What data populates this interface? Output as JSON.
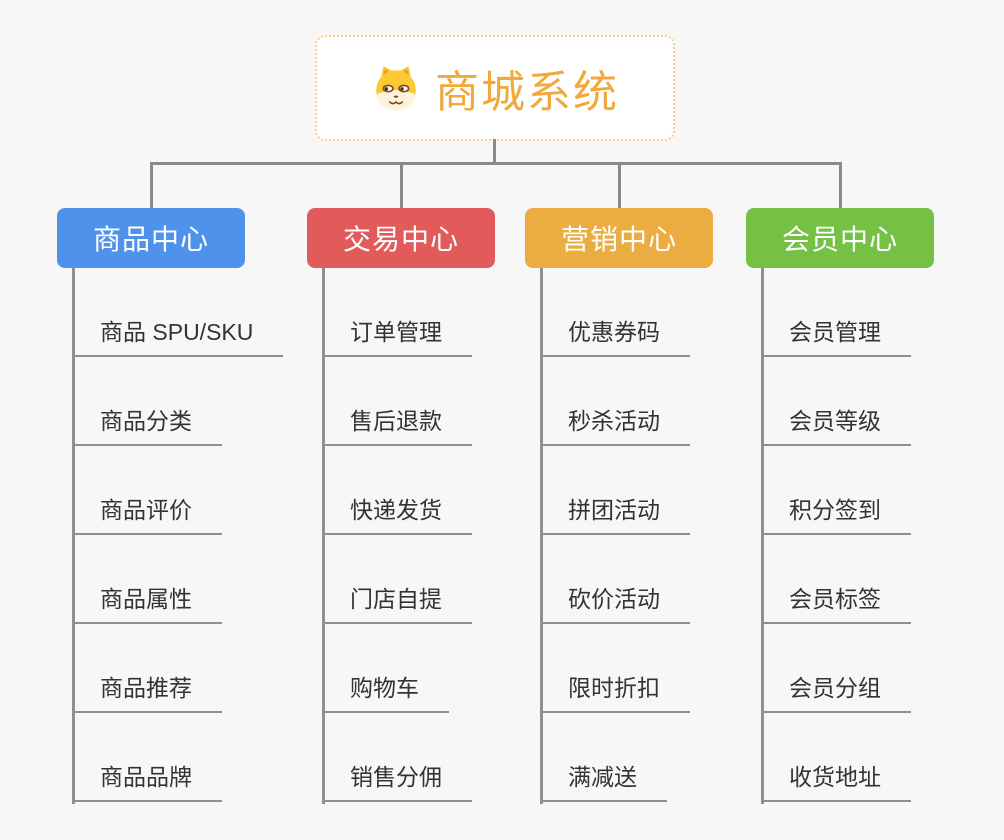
{
  "canvas": {
    "background": "#f7f7f7",
    "connector_color": "#8a8a8a"
  },
  "root": {
    "title": "商城系统",
    "icon": "shiba-dog-icon",
    "text_color": "#f2a93c",
    "border_color": "#f6ce8b"
  },
  "branches": [
    {
      "label": "商品中心",
      "color": "#4e92ec",
      "items": [
        "商品 SPU/SKU",
        "商品分类",
        "商品评价",
        "商品属性",
        "商品推荐",
        "商品品牌"
      ]
    },
    {
      "label": "交易中心",
      "color": "#e25b5b",
      "items": [
        "订单管理",
        "售后退款",
        "快递发货",
        "门店自提",
        "购物车",
        "销售分佣"
      ]
    },
    {
      "label": "营销中心",
      "color": "#ebad41",
      "items": [
        "优惠券码",
        "秒杀活动",
        "拼团活动",
        "砍价活动",
        "限时折扣",
        "满减送"
      ]
    },
    {
      "label": "会员中心",
      "color": "#74c144",
      "items": [
        "会员管理",
        "会员等级",
        "积分签到",
        "会员标签",
        "会员分组",
        "收货地址"
      ]
    }
  ]
}
